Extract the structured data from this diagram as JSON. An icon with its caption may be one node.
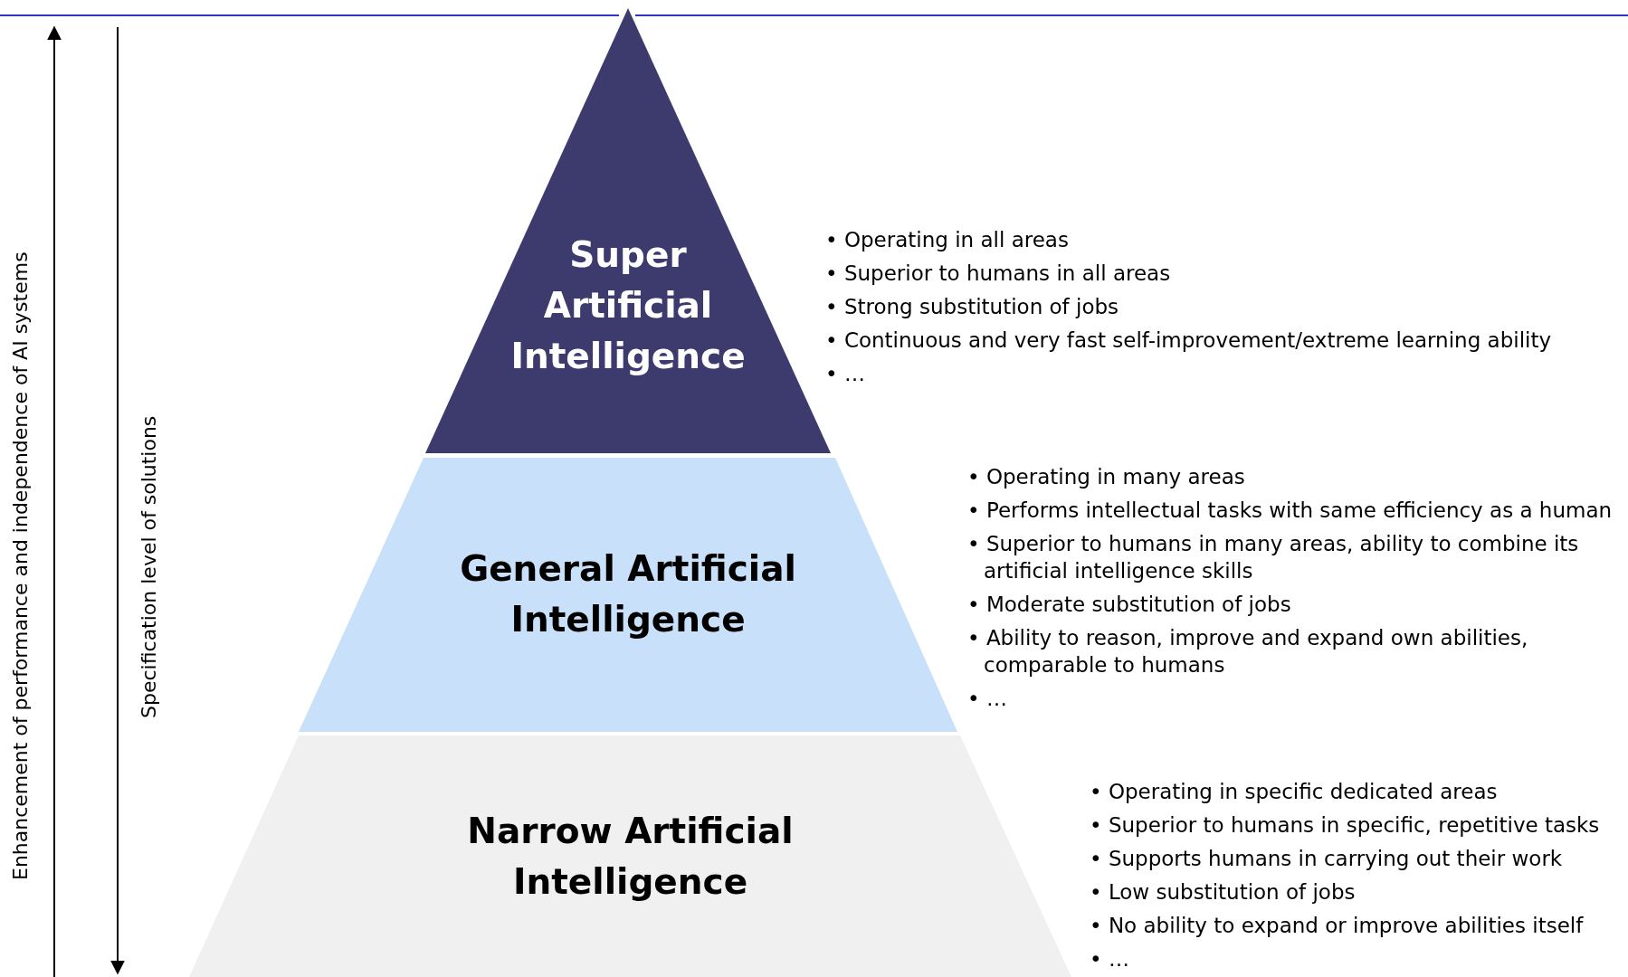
{
  "diagram": {
    "nodes": [
      {
        "text": [
          "Super Artificial Intelligence"
        ],
        "beside": [
          "• Operating in all areas",
          "• Superior to humans in all areas",
          "• Strong substitution of jobs",
          "• Continuous and very fast self-improvement/extreme learning ability",
          "• …"
        ]
      },
      {
        "text": [
          "General Artificial Intelligence"
        ],
        "beside": [
          "• Operating in many areas",
          "• Performs intellectual tasks with same efficiency as a human",
          "• Superior to humans in many areas, ability to combine its artificial intelligence skills",
          "• Moderate substitution of jobs",
          "• Ability to reason, improve and expand own abilities, comparable to humans",
          "• …"
        ]
      },
      {
        "text": [
          "Narrow Artificial Intelligence"
        ],
        "beside": [
          "• Operating in specific dedicated areas",
          "• Superior to humans in specific, repetitive tasks",
          "• Supports humans in carrying out their work",
          "• Low substitution of jobs",
          "• No ability to expand or improve abilities itself",
          "• …"
        ]
      }
    ],
    "labels": [
      "Enhancement of performance and independence of AI systems",
      "Specification level of solutions"
    ]
  }
}
